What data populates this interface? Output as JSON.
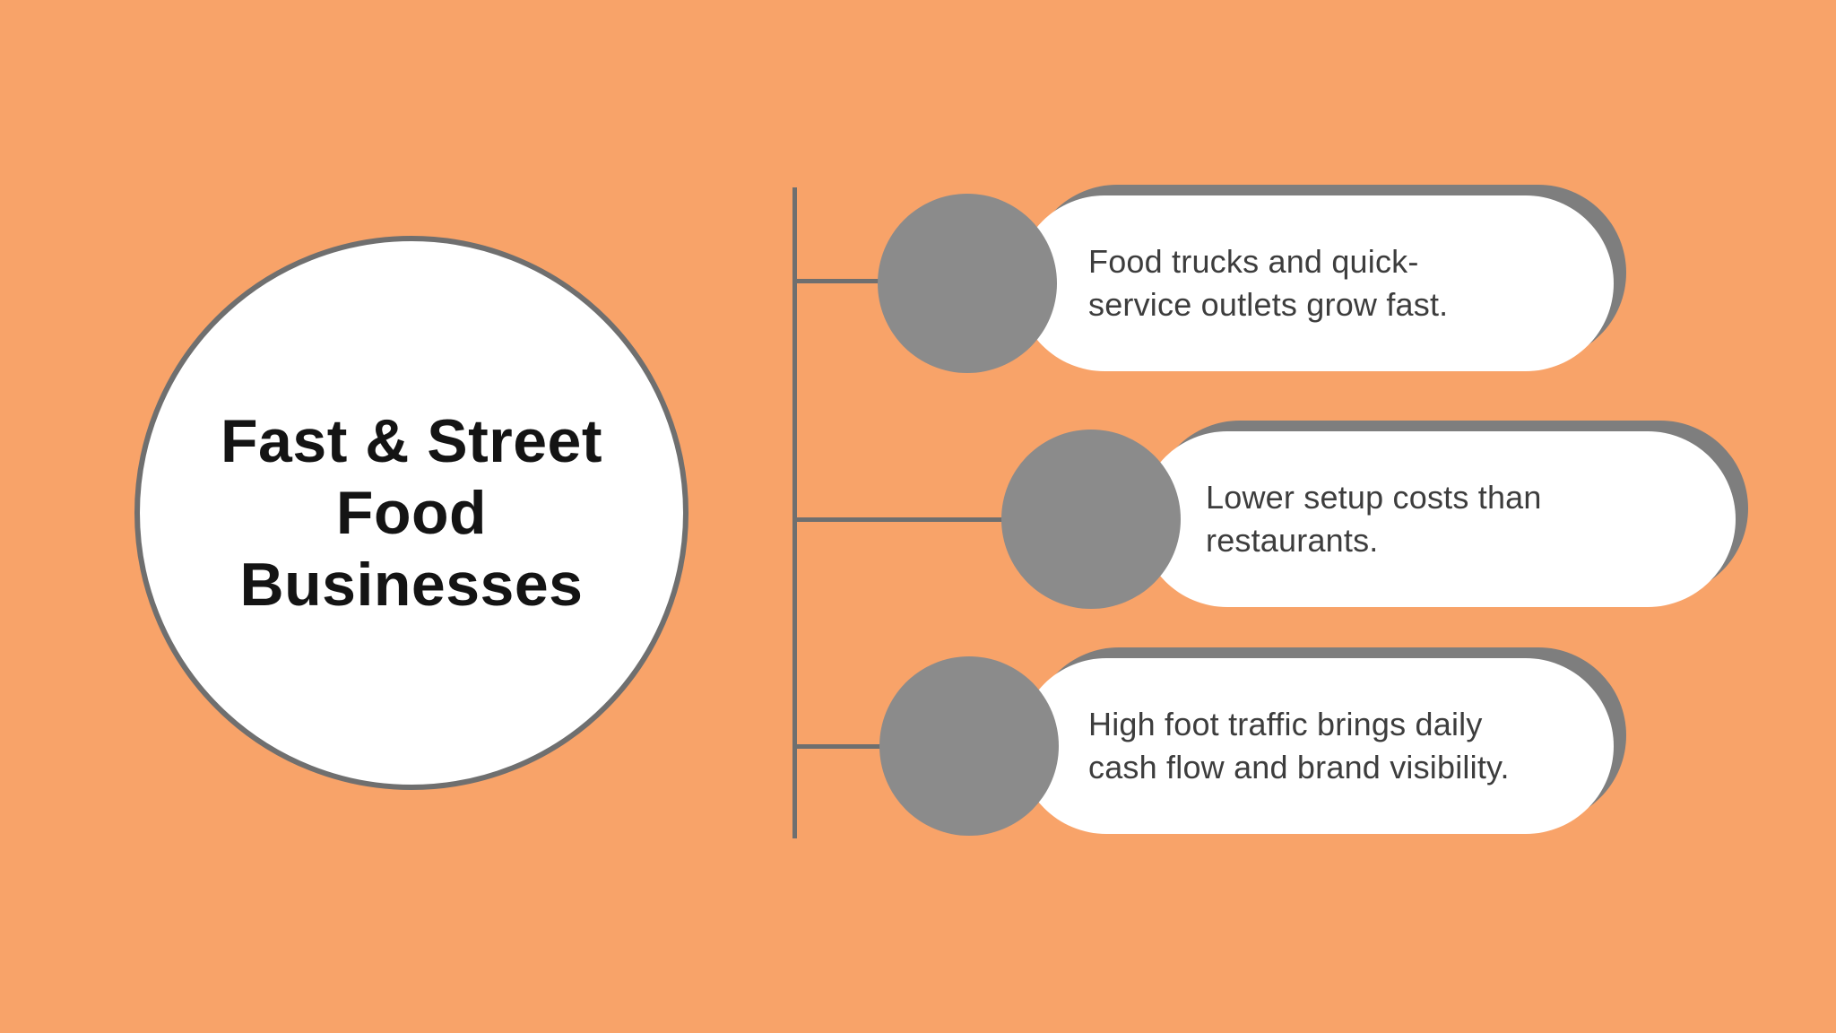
{
  "title": {
    "text": "Fast & Street Food Businesses",
    "lines": [
      "Fast & Street",
      "Food",
      "Businesses"
    ]
  },
  "items": [
    {
      "text": "Food trucks and quick-service outlets grow fast.",
      "lines": [
        "Food trucks and quick-",
        "service outlets grow fast."
      ]
    },
    {
      "text": "Lower setup costs than restaurants.",
      "lines": [
        "Lower setup costs than",
        "restaurants."
      ]
    },
    {
      "text": "High foot traffic brings daily cash flow and brand visibility.",
      "lines": [
        "High foot traffic brings daily",
        "cash flow and brand visibility."
      ]
    }
  ],
  "colors": {
    "background": "#F8A369",
    "node_gray": "#8B8B8B",
    "line_gray": "#6F6F6F",
    "shadow_gray": "#7E7E7E",
    "pill_bg": "#FFFFFF",
    "title_text": "#141414",
    "item_text": "#3D3D3D"
  }
}
